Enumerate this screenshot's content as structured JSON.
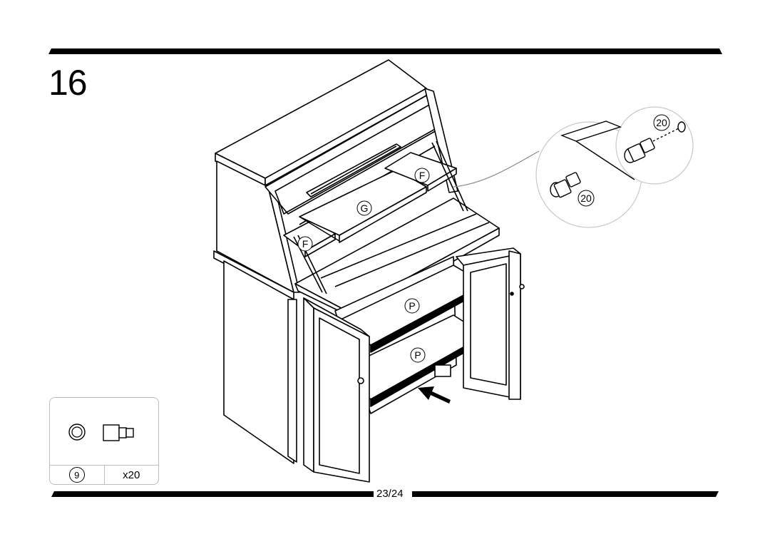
{
  "step": {
    "number": "16"
  },
  "parts": {
    "part_id": "9",
    "quantity": "x20",
    "part_icon": "shelf-support-pin-icon"
  },
  "callouts": {
    "panel_f_top": "F",
    "panel_f_left": "F",
    "panel_g": "G",
    "shelf_p_upper": "P",
    "shelf_p_lower": "P",
    "pin_top": "20",
    "pin_bottom": "20"
  },
  "page": {
    "number": "23/24"
  },
  "colors": {
    "ink": "#000000",
    "frame": "#bdbdbd",
    "background": "#ffffff"
  }
}
